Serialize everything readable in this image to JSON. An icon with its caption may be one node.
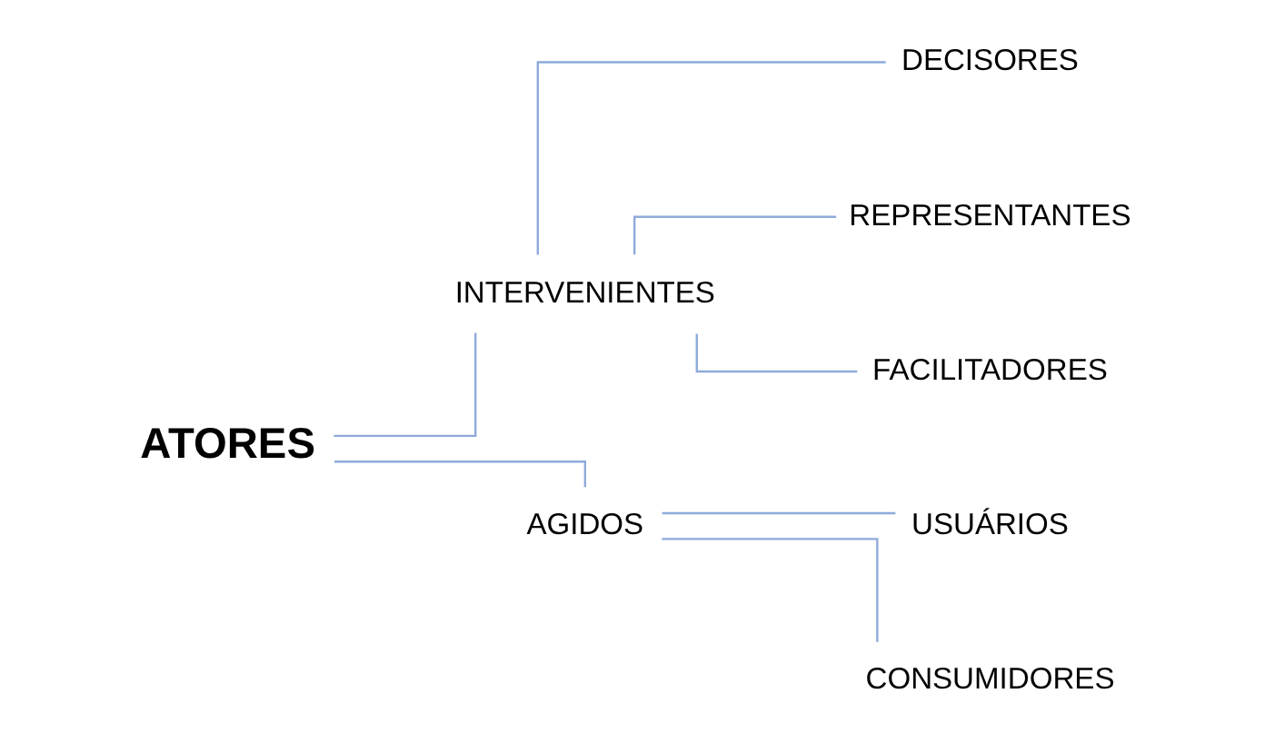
{
  "diagram": {
    "nodes": [
      {
        "text": [
          "ATORES"
        ]
      },
      {
        "text": [
          "INTERVENIENTES"
        ]
      },
      {
        "text": [
          "AGIDOS"
        ]
      },
      {
        "text": [
          "DECISORES"
        ]
      },
      {
        "text": [
          "REPRESENTANTES"
        ]
      },
      {
        "text": [
          "FACILITADORES"
        ]
      },
      {
        "text": [
          "USUÁRIOS"
        ]
      },
      {
        "text": [
          "CONSUMIDORES"
        ]
      }
    ],
    "edges": [
      {
        "from": 0,
        "to": 1,
        "arrow": "none"
      },
      {
        "from": 0,
        "to": 2,
        "arrow": "none"
      },
      {
        "from": 1,
        "to": 3,
        "arrow": "none"
      },
      {
        "from": 1,
        "to": 4,
        "arrow": "none"
      },
      {
        "from": 1,
        "to": 5,
        "arrow": "none"
      },
      {
        "from": 2,
        "to": 6,
        "arrow": "none"
      },
      {
        "from": 2,
        "to": 7,
        "arrow": "none"
      }
    ]
  }
}
